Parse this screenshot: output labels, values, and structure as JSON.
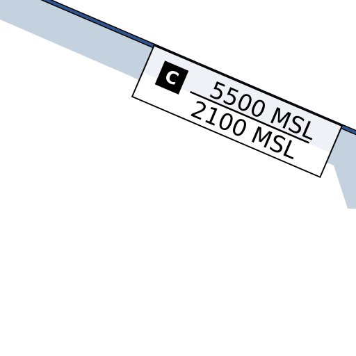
{
  "airspace": {
    "class_letter": "C",
    "ceiling": "5500 MSL",
    "floor": "2100 MSL"
  },
  "colors": {
    "background": "#ffffff",
    "boundary_shading": "#c4d1df",
    "boundary_line": "#2e558e",
    "label_fill": "#eef2f6",
    "label_border": "#000000",
    "badge_fill": "#000000",
    "badge_text": "#ffffff"
  }
}
